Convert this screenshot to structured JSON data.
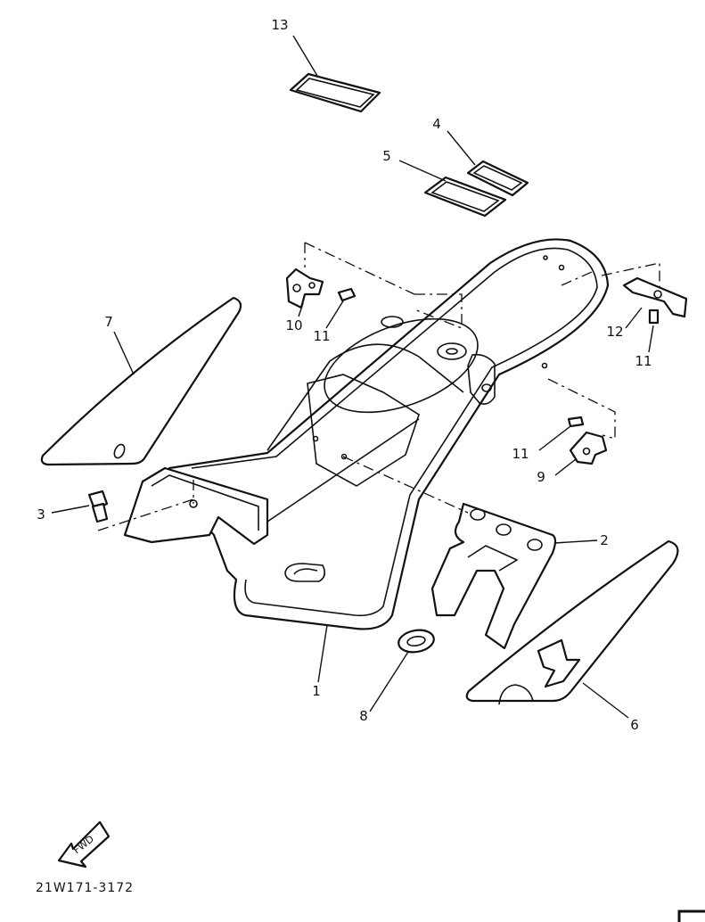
{
  "diagram": {
    "callouts": [
      {
        "id": "c13",
        "label": "13"
      },
      {
        "id": "c4",
        "label": "4"
      },
      {
        "id": "c5",
        "label": "5"
      },
      {
        "id": "c7",
        "label": "7"
      },
      {
        "id": "c10",
        "label": "10"
      },
      {
        "id": "c11a",
        "label": "11"
      },
      {
        "id": "c12",
        "label": "12"
      },
      {
        "id": "c11b",
        "label": "11"
      },
      {
        "id": "c3",
        "label": "3"
      },
      {
        "id": "c11c",
        "label": "11"
      },
      {
        "id": "c9",
        "label": "9"
      },
      {
        "id": "c2",
        "label": "2"
      },
      {
        "id": "c1",
        "label": "1"
      },
      {
        "id": "c8",
        "label": "8"
      },
      {
        "id": "c6",
        "label": "6"
      }
    ],
    "fwd_label": "FWD",
    "drawing_code": "21W171-3172"
  }
}
